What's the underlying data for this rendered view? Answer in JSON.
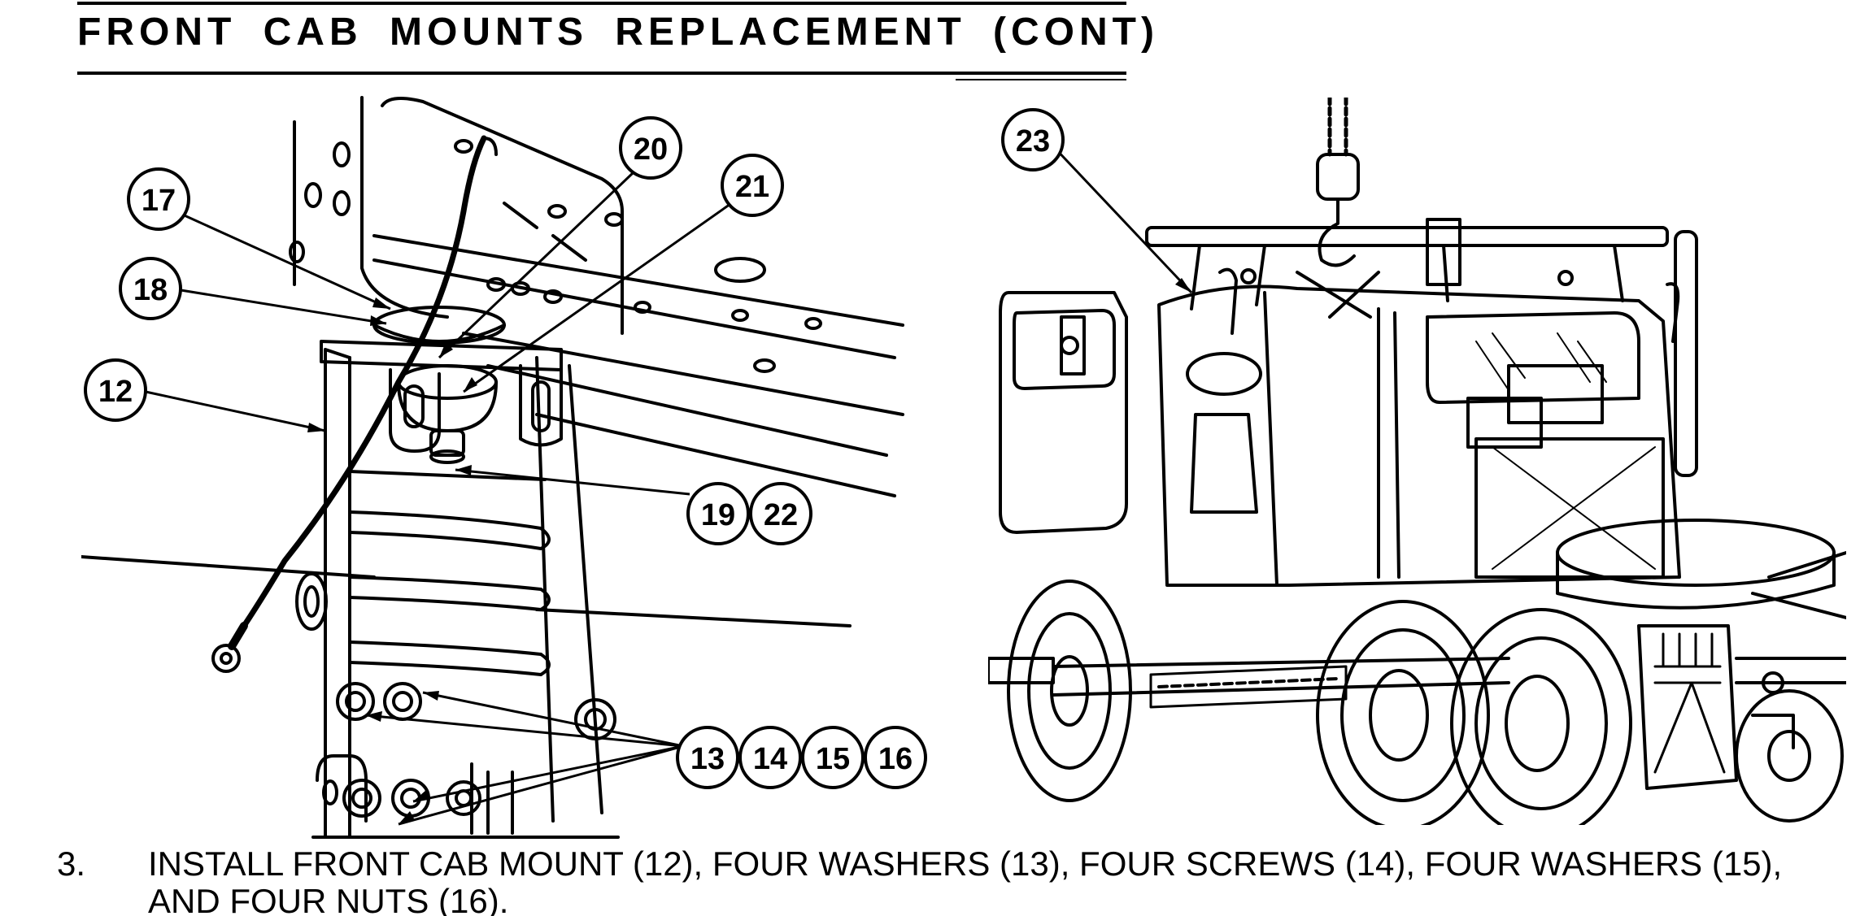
{
  "header": {
    "title": "FRONT CAB MOUNTS REPLACEMENT (CONT)"
  },
  "figure_left": {
    "callouts": [
      "17",
      "18",
      "12",
      "20",
      "21",
      "19",
      "22",
      "13",
      "14",
      "15",
      "16"
    ]
  },
  "figure_right": {
    "callouts": [
      "23"
    ]
  },
  "procedure": {
    "step_number": "3.",
    "step_text": "INSTALL FRONT CAB MOUNT (12), FOUR WASHERS (13), FOUR SCREWS (14), FOUR WASHERS (15), AND FOUR NUTS (16)."
  }
}
